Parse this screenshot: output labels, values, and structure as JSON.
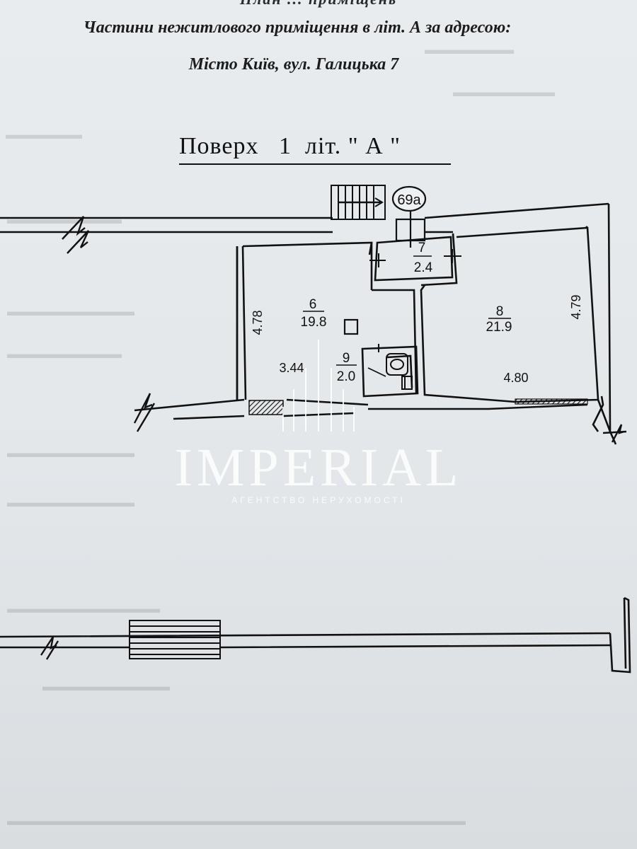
{
  "header": {
    "top_partial": "План ... приміщень",
    "line1": "Частини нежитлового приміщення в літ. А за адресою:",
    "line2": "Місто Київ, вул. Галицька 7"
  },
  "floor_title": "Поверх   1  літ. \" А \"",
  "marker_label": "69а",
  "rooms": [
    {
      "number": "7",
      "area": "2.4"
    },
    {
      "number": "6",
      "area": "19.8"
    },
    {
      "number": "8",
      "area": "21.9"
    },
    {
      "number": "9",
      "area": "2.0"
    }
  ],
  "dimensions": {
    "room6_height": "4.78",
    "room6_width": "3.44",
    "room8_height": "4.79",
    "room8_width": "4.80"
  },
  "watermark": {
    "brand": "IMPERIAL",
    "subtitle": "АГЕНТСТВО НЕРУХОМОСТІ"
  },
  "colors": {
    "paper": "#e6eaed",
    "ink": "#111111",
    "watermark": "#ffffff"
  }
}
